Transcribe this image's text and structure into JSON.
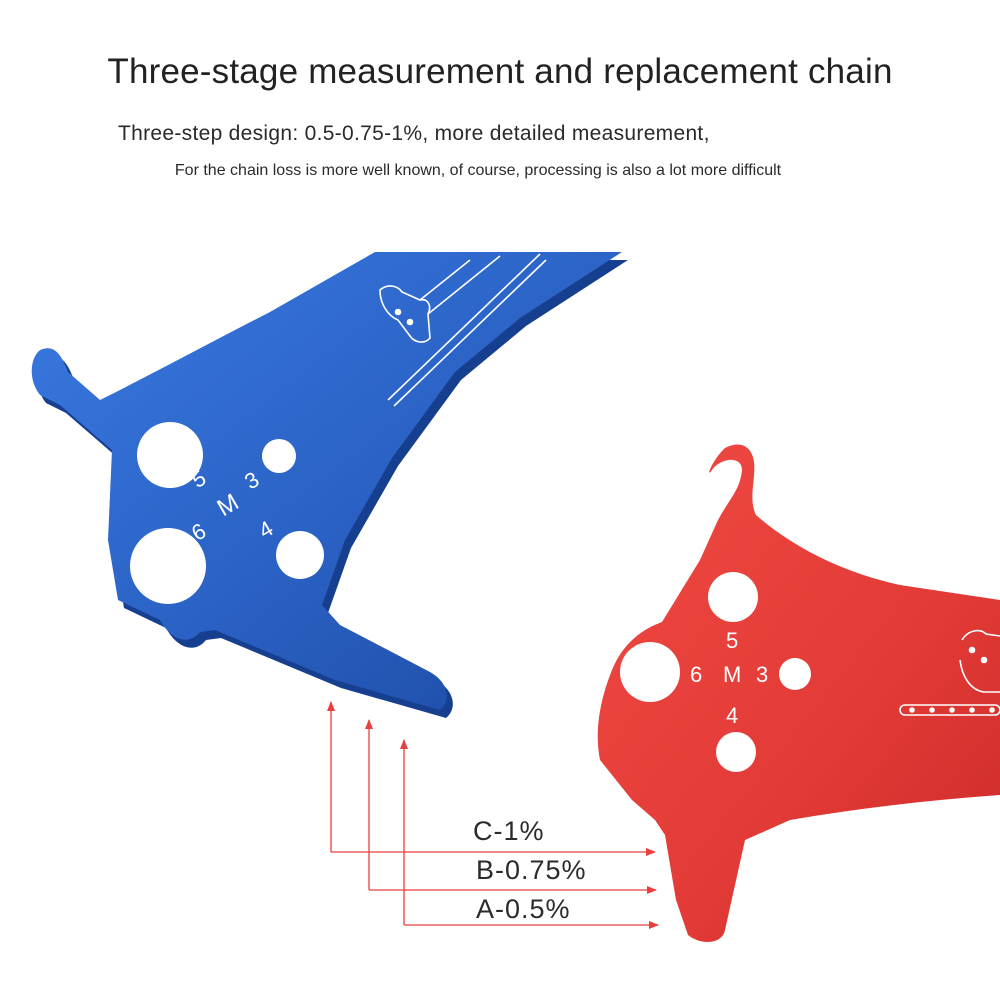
{
  "title": "Three-stage measurement and replacement chain",
  "subtitle": "Three-step design: 0.5-0.75-1%, more detailed measurement,",
  "caption": "For the chain loss is more well known, of course, processing is also a lot more difficult",
  "tool_markings": {
    "blue": {
      "n5": "5",
      "n3": "3",
      "nM": "M",
      "n6": "6",
      "n4": "4"
    },
    "red": {
      "n5": "5",
      "n6": "6",
      "nM": "M",
      "n3": "3",
      "n4": "4"
    }
  },
  "labels": {
    "c": "C-1%",
    "b": "B-0.75%",
    "a": "A-0.5%"
  },
  "colors": {
    "blue_tool": "#2a61c4",
    "red_tool": "#e23a36",
    "arrow": "#e8403c",
    "text": "#222222"
  }
}
